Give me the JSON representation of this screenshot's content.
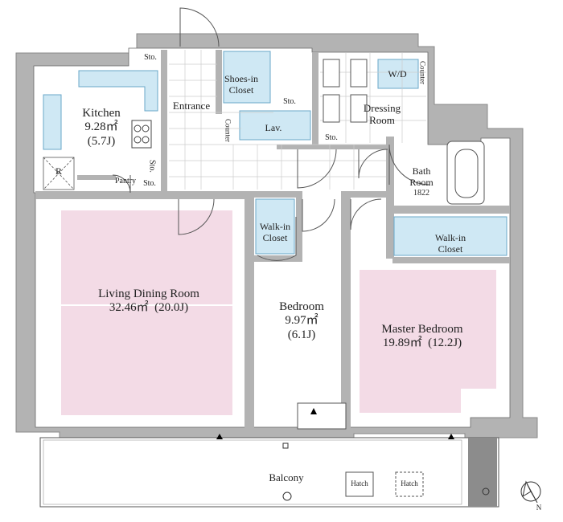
{
  "rooms": {
    "kitchen": {
      "name": "Kitchen",
      "area": "9.28㎡",
      "jo": "(5.7J)"
    },
    "entrance": {
      "name": "Entrance"
    },
    "shoes_in_closet": {
      "line1": "Shoes-in",
      "line2": "Closet"
    },
    "lav": {
      "name": "Lav."
    },
    "counter_left": {
      "name": "Counter"
    },
    "counter_right": {
      "name": "Counter"
    },
    "dressing_room": {
      "line1": "Dressing",
      "line2": "Room"
    },
    "wd": {
      "name": "W/D"
    },
    "bath_room": {
      "line1": "Bath",
      "line2": "Room",
      "line3": "1822"
    },
    "refrigerator": {
      "name": "R"
    },
    "pantry": {
      "name": "Pantry"
    },
    "walk_in_closet_small": {
      "line1": "Walk-in",
      "line2": "Closet"
    },
    "walk_in_closet_master": {
      "line1": "Walk-in",
      "line2": "Closet"
    },
    "living_dining": {
      "name": "Living Dining Room",
      "area": "32.46㎡",
      "jo": "(20.0J)"
    },
    "bedroom": {
      "name": "Bedroom",
      "area": "9.97㎡",
      "jo": "(6.1J)"
    },
    "master_bedroom": {
      "name": "Master Bedroom",
      "area": "19.89㎡",
      "jo": "(12.2J)"
    },
    "balcony": {
      "name": "Balcony"
    }
  },
  "storage_labels": [
    "Sto.",
    "Sto.",
    "Sto.",
    "Sto.",
    "Sto."
  ],
  "hatches": [
    "Hatch",
    "Hatch"
  ],
  "compass": {
    "label": "N"
  },
  "colors": {
    "wall": "#b3b3b3",
    "room_pink": "#f3dbe6",
    "fixture_blue": "#cfe8f4",
    "fixture_line": "#6aa7c8",
    "balcony_fill": "#ffffff",
    "dark_panel": "#8c8c8c"
  }
}
